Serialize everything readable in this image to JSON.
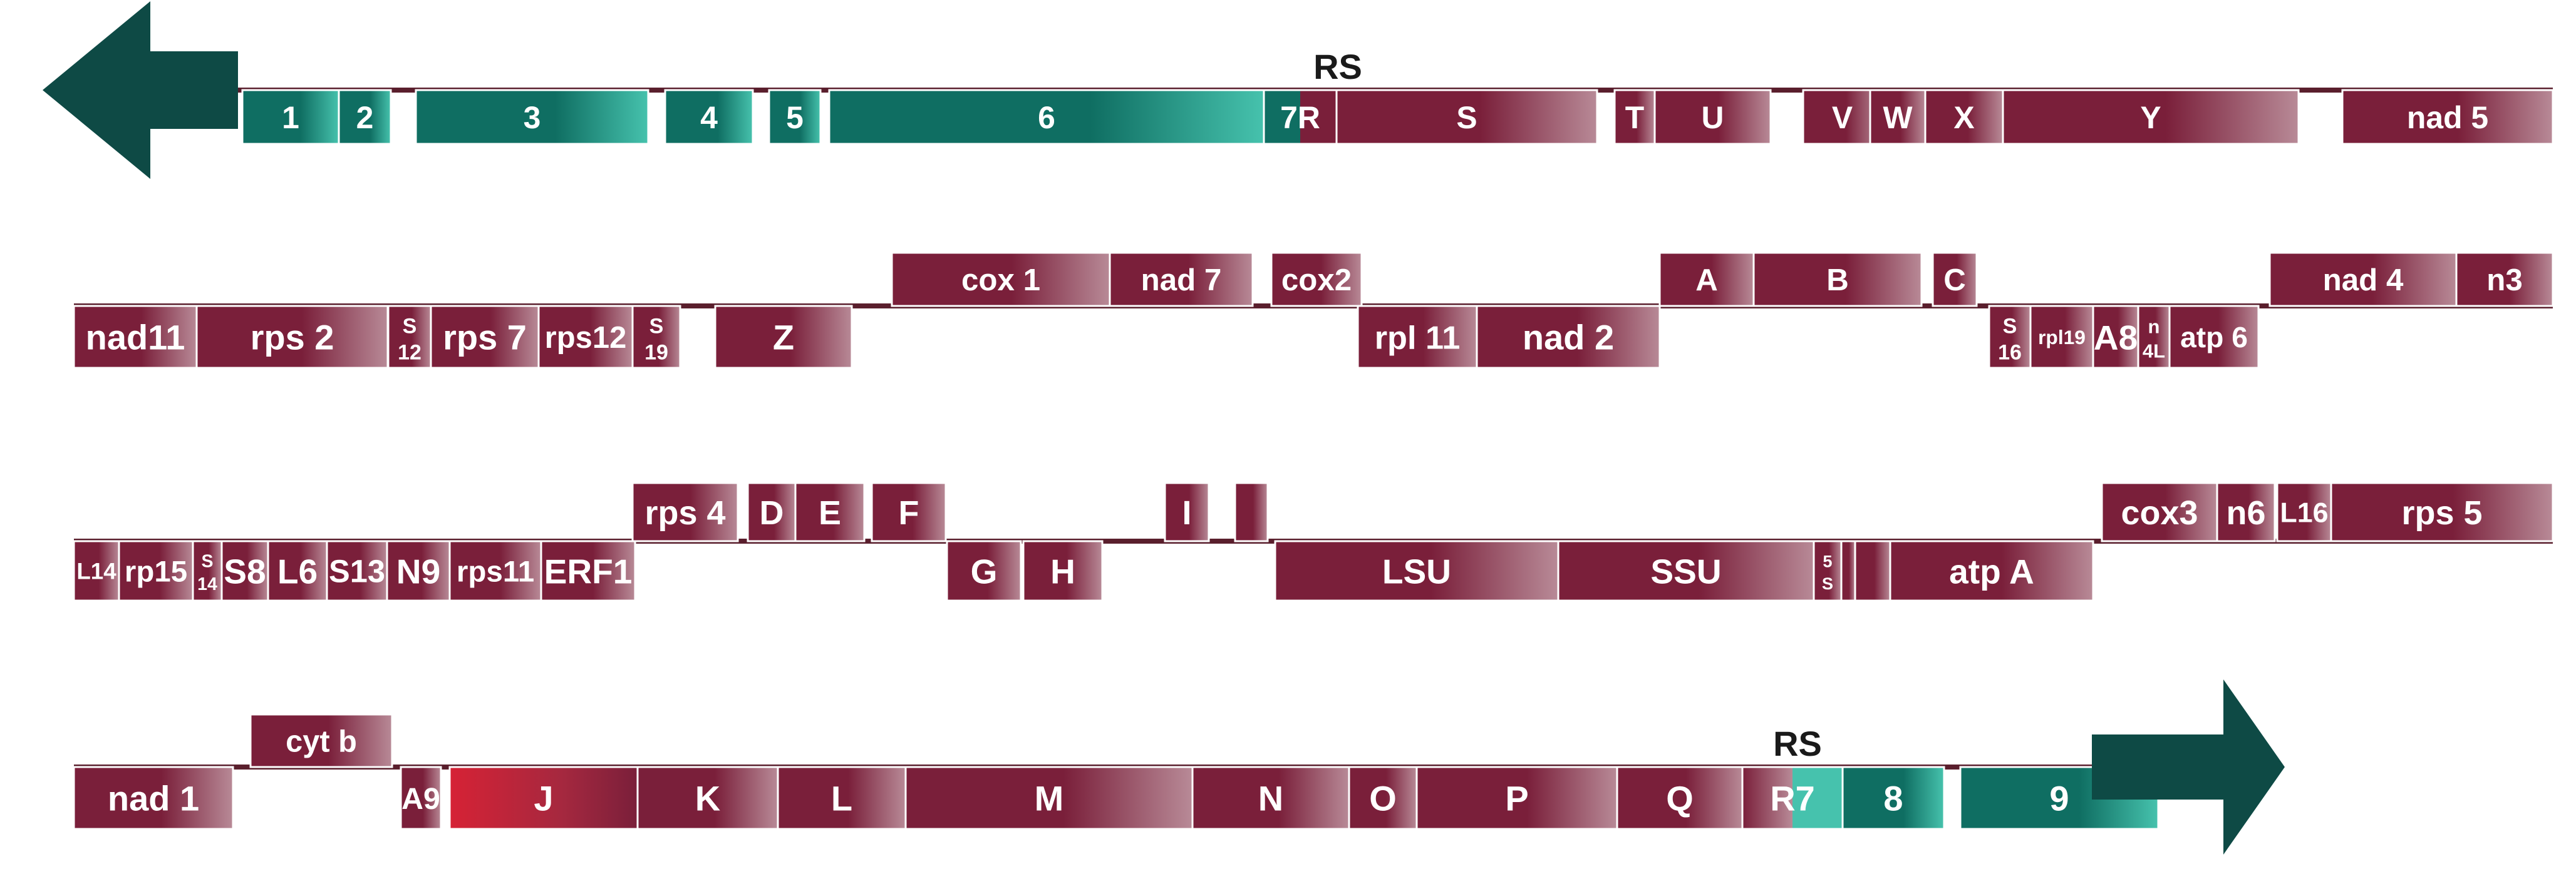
{
  "colors": {
    "maroon": "#7a1f3a",
    "maroon_light": "#c9a3ae",
    "maroon_fade": "#b88a97",
    "red": "#d62235",
    "teal": "#0f6e62",
    "teal_light": "#46c2ad",
    "arrow": "#0e4a45",
    "line": "#5a1f2d",
    "text": "#ffffff",
    "rs_text": "#1a1a1a"
  },
  "arrows": [
    {
      "name": "left-arrow-icon",
      "direction": "left",
      "row": 0
    },
    {
      "name": "right-arrow-icon",
      "direction": "right",
      "row": 3
    }
  ],
  "rs_labels": [
    {
      "text": "RS",
      "row": 0
    },
    {
      "text": "RS",
      "row": 3
    }
  ],
  "rows": [
    {
      "segments": [
        {
          "label": "1",
          "color": "teal"
        },
        {
          "label": "2",
          "color": "teal"
        },
        {
          "label": "3",
          "color": "teal"
        },
        {
          "label": "4",
          "color": "teal"
        },
        {
          "label": "5",
          "color": "teal"
        },
        {
          "label": "6",
          "color": "teal"
        },
        {
          "label": "7R",
          "color": "teal_maroon"
        },
        {
          "label": "S",
          "color": "maroon"
        },
        {
          "label": "T",
          "color": "maroon"
        },
        {
          "label": "U",
          "color": "maroon"
        },
        {
          "label": "V",
          "color": "maroon"
        },
        {
          "label": "W",
          "color": "maroon"
        },
        {
          "label": "X",
          "color": "maroon"
        },
        {
          "label": "Y",
          "color": "maroon"
        },
        {
          "label": "nad 5",
          "color": "maroon"
        }
      ]
    },
    {
      "segments": [
        {
          "label": "nad11",
          "color": "maroon"
        },
        {
          "label": "rps 2",
          "color": "maroon"
        },
        {
          "label": "S 12",
          "color": "maroon"
        },
        {
          "label": "rps 7",
          "color": "maroon"
        },
        {
          "label": "rps12",
          "color": "maroon"
        },
        {
          "label": "S 19",
          "color": "maroon"
        },
        {
          "label": "Z",
          "color": "maroon"
        },
        {
          "label": "cox 1",
          "color": "maroon"
        },
        {
          "label": "nad 7",
          "color": "maroon"
        },
        {
          "label": "cox2",
          "color": "maroon"
        },
        {
          "label": "rpl 11",
          "color": "maroon"
        },
        {
          "label": "nad 2",
          "color": "maroon"
        },
        {
          "label": "A",
          "color": "maroon"
        },
        {
          "label": "B",
          "color": "maroon"
        },
        {
          "label": "C",
          "color": "maroon"
        },
        {
          "label": "S 16",
          "color": "maroon"
        },
        {
          "label": "rpl19",
          "color": "maroon"
        },
        {
          "label": "A8",
          "color": "maroon"
        },
        {
          "label": "n 4L",
          "color": "maroon"
        },
        {
          "label": "atp 6",
          "color": "maroon"
        },
        {
          "label": "nad 4",
          "color": "maroon"
        },
        {
          "label": "n3",
          "color": "maroon"
        }
      ]
    },
    {
      "segments": [
        {
          "label": "L14",
          "color": "maroon"
        },
        {
          "label": "rp15",
          "color": "maroon"
        },
        {
          "label": "S 14",
          "color": "maroon"
        },
        {
          "label": "S8",
          "color": "maroon"
        },
        {
          "label": "L6",
          "color": "maroon"
        },
        {
          "label": "S13",
          "color": "maroon"
        },
        {
          "label": "N9",
          "color": "maroon"
        },
        {
          "label": "rps11",
          "color": "maroon"
        },
        {
          "label": "ERF1",
          "color": "maroon"
        },
        {
          "label": "rps 4",
          "color": "maroon"
        },
        {
          "label": "D",
          "color": "maroon"
        },
        {
          "label": "E",
          "color": "maroon"
        },
        {
          "label": "F",
          "color": "maroon"
        },
        {
          "label": "G",
          "color": "maroon"
        },
        {
          "label": "H",
          "color": "maroon"
        },
        {
          "label": "I",
          "color": "maroon"
        },
        {
          "label": "",
          "color": "maroon"
        },
        {
          "label": "LSU",
          "color": "maroon"
        },
        {
          "label": "SSU",
          "color": "maroon"
        },
        {
          "label": "5 S",
          "color": "maroon"
        },
        {
          "label": "",
          "color": "maroon"
        },
        {
          "label": "",
          "color": "maroon"
        },
        {
          "label": "atp A",
          "color": "maroon"
        },
        {
          "label": "cox3",
          "color": "maroon"
        },
        {
          "label": "n6",
          "color": "maroon"
        },
        {
          "label": "L16",
          "color": "maroon"
        },
        {
          "label": "rps 5",
          "color": "maroon"
        }
      ]
    },
    {
      "segments": [
        {
          "label": "nad 1",
          "color": "maroon"
        },
        {
          "label": "cyt b",
          "color": "maroon"
        },
        {
          "label": "A9",
          "color": "maroon"
        },
        {
          "label": "J",
          "color": "red"
        },
        {
          "label": "K",
          "color": "maroon"
        },
        {
          "label": "L",
          "color": "maroon"
        },
        {
          "label": "M",
          "color": "maroon"
        },
        {
          "label": "N",
          "color": "maroon"
        },
        {
          "label": "O",
          "color": "maroon"
        },
        {
          "label": "P",
          "color": "maroon"
        },
        {
          "label": "Q",
          "color": "maroon"
        },
        {
          "label": "R7",
          "color": "maroon_teal"
        },
        {
          "label": "8",
          "color": "teal"
        },
        {
          "label": "9",
          "color": "teal"
        }
      ]
    }
  ]
}
